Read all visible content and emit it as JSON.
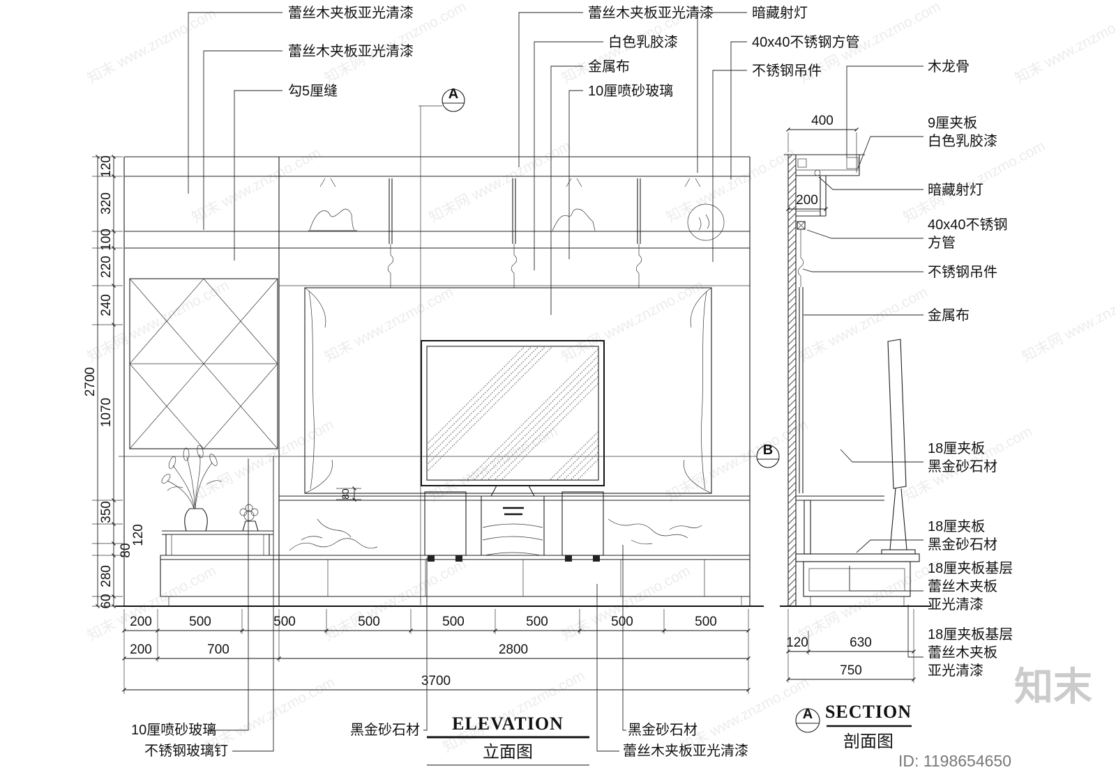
{
  "watermark": {
    "text": "知末 www.znzmo.com",
    "text_alt": "知末网 www.znzmo.com",
    "logo": "知末",
    "id_label": "ID: 1198654650"
  },
  "markers": {
    "a": "A",
    "b": "B"
  },
  "titles": {
    "elevation_en": "ELEVATION",
    "elevation_cn": "立面图",
    "section_en": "SECTION",
    "section_cn": "剖面图"
  },
  "callouts": {
    "top_left_1": "蕾丝木夹板亚光清漆",
    "top_left_2": "蕾丝木夹板亚光清漆",
    "top_left_3": "勾5厘缝",
    "top_mid_1": "蕾丝木夹板亚光清漆",
    "top_mid_2": "白色乳胶漆",
    "top_mid_3": "金属布",
    "top_mid_4": "10厘喷砂玻璃",
    "top_right_1": "暗藏射灯",
    "top_right_2": "40x40不锈钢方管",
    "top_right_3": "不锈钢吊件",
    "side_1": "木龙骨",
    "side_2a": "9厘夹板",
    "side_2b": "白色乳胶漆",
    "side_3": "暗藏射灯",
    "side_4a": "40x40不锈钢",
    "side_4b": "方管",
    "side_5": "不锈钢吊件",
    "side_6": "金属布",
    "side_7a": "18厘夹板",
    "side_7b": "黑金砂石材",
    "side_8a": "18厘夹板",
    "side_8b": "黑金砂石材",
    "side_9a": "18厘夹板基层",
    "side_9b": "蕾丝木夹板",
    "side_9c": "亚光清漆",
    "side_10a": "18厘夹板基层",
    "side_10b": "蕾丝木夹板",
    "side_10c": "亚光清漆",
    "bottom_1": "10厘喷砂玻璃",
    "bottom_2": "不锈钢玻璃钉",
    "bottom_3": "黑金砂石材",
    "bottom_4": "黑金砂石材",
    "bottom_5": "蕾丝木夹板亚光清漆"
  },
  "dims": {
    "left": {
      "d120": "120",
      "d320": "320",
      "d100": "100",
      "d220": "220",
      "d240": "240",
      "d2700": "2700",
      "d1070": "1070",
      "d350": "350",
      "d120b": "120",
      "d80": "80",
      "d280": "280",
      "d60": "60"
    },
    "tv_gap": "80",
    "bottom1": [
      "200",
      "500",
      "500",
      "500",
      "500",
      "500",
      "500",
      "500"
    ],
    "bottom2": [
      "200",
      "700",
      "2800"
    ],
    "bottom3": "3700",
    "section": {
      "d400": "400",
      "d200": "200",
      "d120": "120",
      "d630": "630",
      "d750": "750"
    }
  }
}
